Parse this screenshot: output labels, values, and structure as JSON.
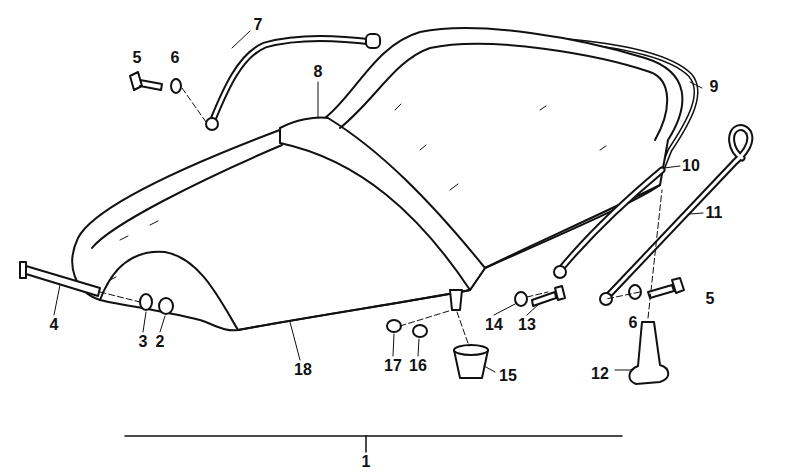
{
  "diagram": {
    "labels": [
      "5",
      "6",
      "7",
      "8",
      "9",
      "10",
      "11",
      "5",
      "6",
      "12",
      "13",
      "14",
      "15",
      "16",
      "17",
      "18",
      "4",
      "3",
      "2",
      "1"
    ]
  }
}
